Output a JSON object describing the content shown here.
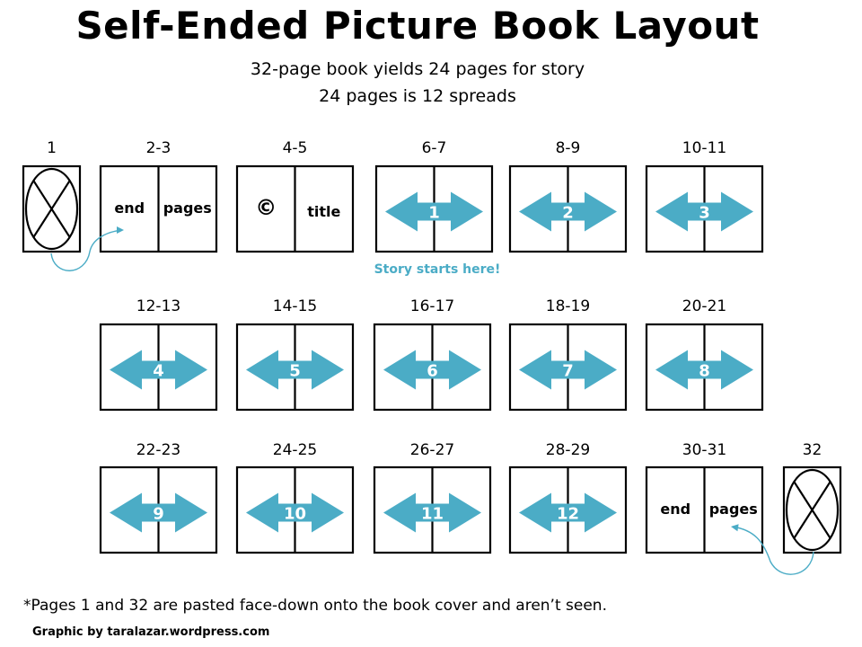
{
  "title": "Self-Ended Picture Book Layout",
  "subtitle_1": "32-page book yields 24 pages for story",
  "subtitle_2": "24 pages is 12 spreads",
  "accent_color": "#4BACC6",
  "story_note": "Story starts here!",
  "footnote": "*Pages 1 and 32 are pasted face-down onto the book cover and aren’t seen.",
  "credit": "Graphic by taralazar.wordpress.com",
  "rows": [
    [
      {
        "label": "1",
        "kind": "cover"
      },
      {
        "label": "2-3",
        "kind": "text",
        "left": "end",
        "right": "pages"
      },
      {
        "label": "4-5",
        "kind": "text",
        "left": "©",
        "right": "title"
      },
      {
        "label": "6-7",
        "kind": "spread",
        "number": "1"
      },
      {
        "label": "8-9",
        "kind": "spread",
        "number": "2"
      },
      {
        "label": "10-11",
        "kind": "spread",
        "number": "3"
      }
    ],
    [
      {
        "label": "12-13",
        "kind": "spread",
        "number": "4"
      },
      {
        "label": "14-15",
        "kind": "spread",
        "number": "5"
      },
      {
        "label": "16-17",
        "kind": "spread",
        "number": "6"
      },
      {
        "label": "18-19",
        "kind": "spread",
        "number": "7"
      },
      {
        "label": "20-21",
        "kind": "spread",
        "number": "8"
      }
    ],
    [
      {
        "label": "22-23",
        "kind": "spread",
        "number": "9"
      },
      {
        "label": "24-25",
        "kind": "spread",
        "number": "10"
      },
      {
        "label": "26-27",
        "kind": "spread",
        "number": "11"
      },
      {
        "label": "28-29",
        "kind": "spread",
        "number": "12"
      },
      {
        "label": "30-31",
        "kind": "text",
        "left": "end",
        "right": "pages"
      },
      {
        "label": "32",
        "kind": "cover"
      }
    ]
  ]
}
